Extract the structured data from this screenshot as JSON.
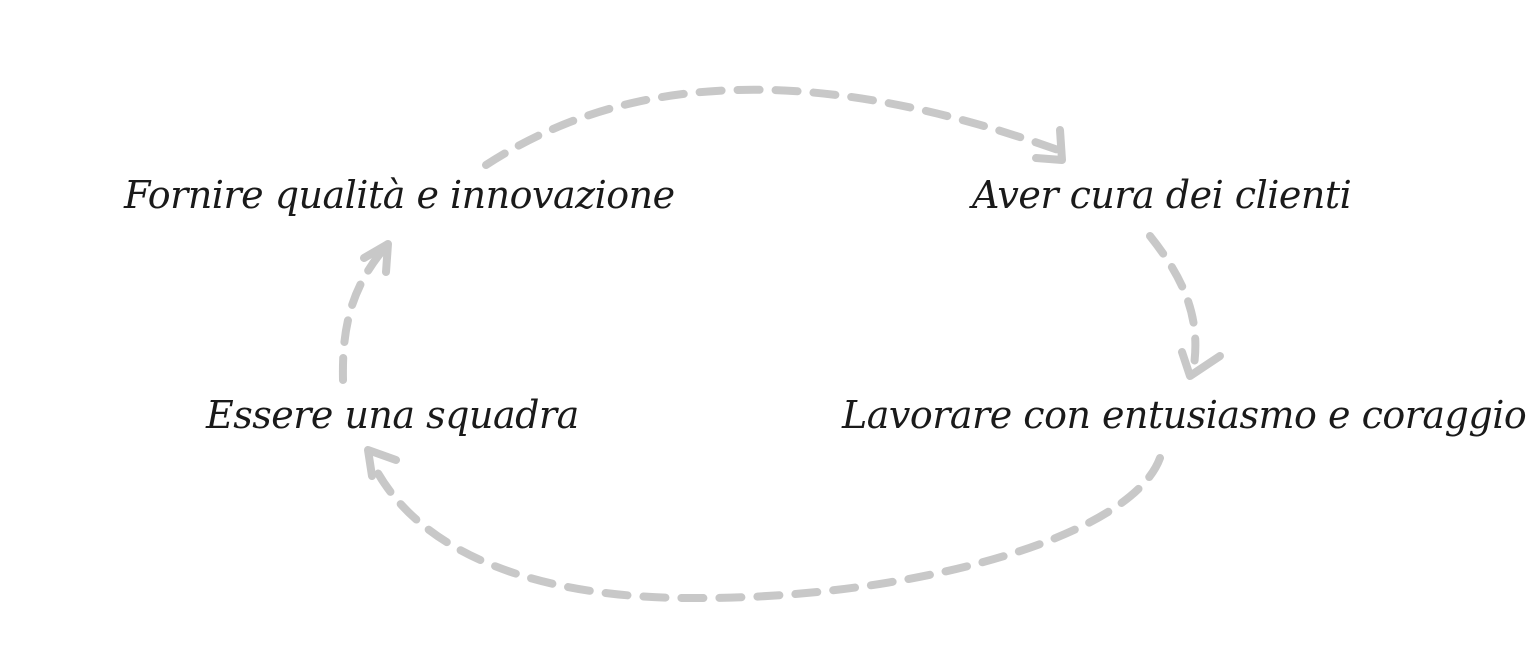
{
  "diagram": {
    "nodes": [
      {
        "id": "quality",
        "label": "Fornire qualità e innovazione"
      },
      {
        "id": "customers",
        "label": "Aver cura dei clienti"
      },
      {
        "id": "enthusiasm",
        "label": "Lavorare con entusiasmo e coraggio"
      },
      {
        "id": "team",
        "label": "Essere una squadra"
      }
    ],
    "edges": [
      {
        "from": "quality",
        "to": "customers",
        "style": "dashed"
      },
      {
        "from": "customers",
        "to": "enthusiasm",
        "style": "dashed"
      },
      {
        "from": "enthusiasm",
        "to": "team",
        "style": "dashed"
      },
      {
        "from": "team",
        "to": "quality",
        "style": "dashed"
      }
    ],
    "colors": {
      "arrow": "#c8c8c8",
      "text": "#1a1a1a",
      "background": "#ffffff"
    }
  }
}
